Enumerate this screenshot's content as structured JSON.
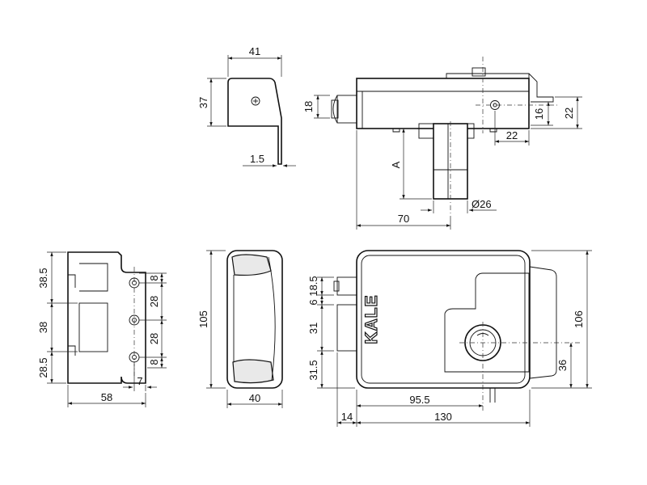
{
  "brand": "KALE",
  "dimensions": {
    "strike_side_width": "41",
    "strike_side_height": "37",
    "strike_side_thickness": "1.5",
    "top_view_left_18": "18",
    "top_view_right_16": "16",
    "top_view_right_22_vertical": "22",
    "top_view_right_22_horizontal": "22",
    "top_view_A": "A",
    "top_view_70": "70",
    "top_view_diameter": "Ø26",
    "strike_front_38_5": "38.5",
    "strike_front_38": "38",
    "strike_front_28_5": "28.5",
    "strike_front_58": "58",
    "strike_front_8_top": "8",
    "strike_front_28_upper": "28",
    "strike_front_28_lower": "28",
    "strike_front_8_bottom": "8",
    "strike_front_7": "7",
    "side_view_105": "105",
    "side_view_40": "40",
    "front_view_18_5": "18.5",
    "front_view_6": "6",
    "front_view_31": "31",
    "front_view_31_5": "31.5",
    "front_view_106": "106",
    "front_view_36": "36",
    "front_view_14": "14",
    "front_view_95_5": "95.5",
    "front_view_130": "130"
  }
}
